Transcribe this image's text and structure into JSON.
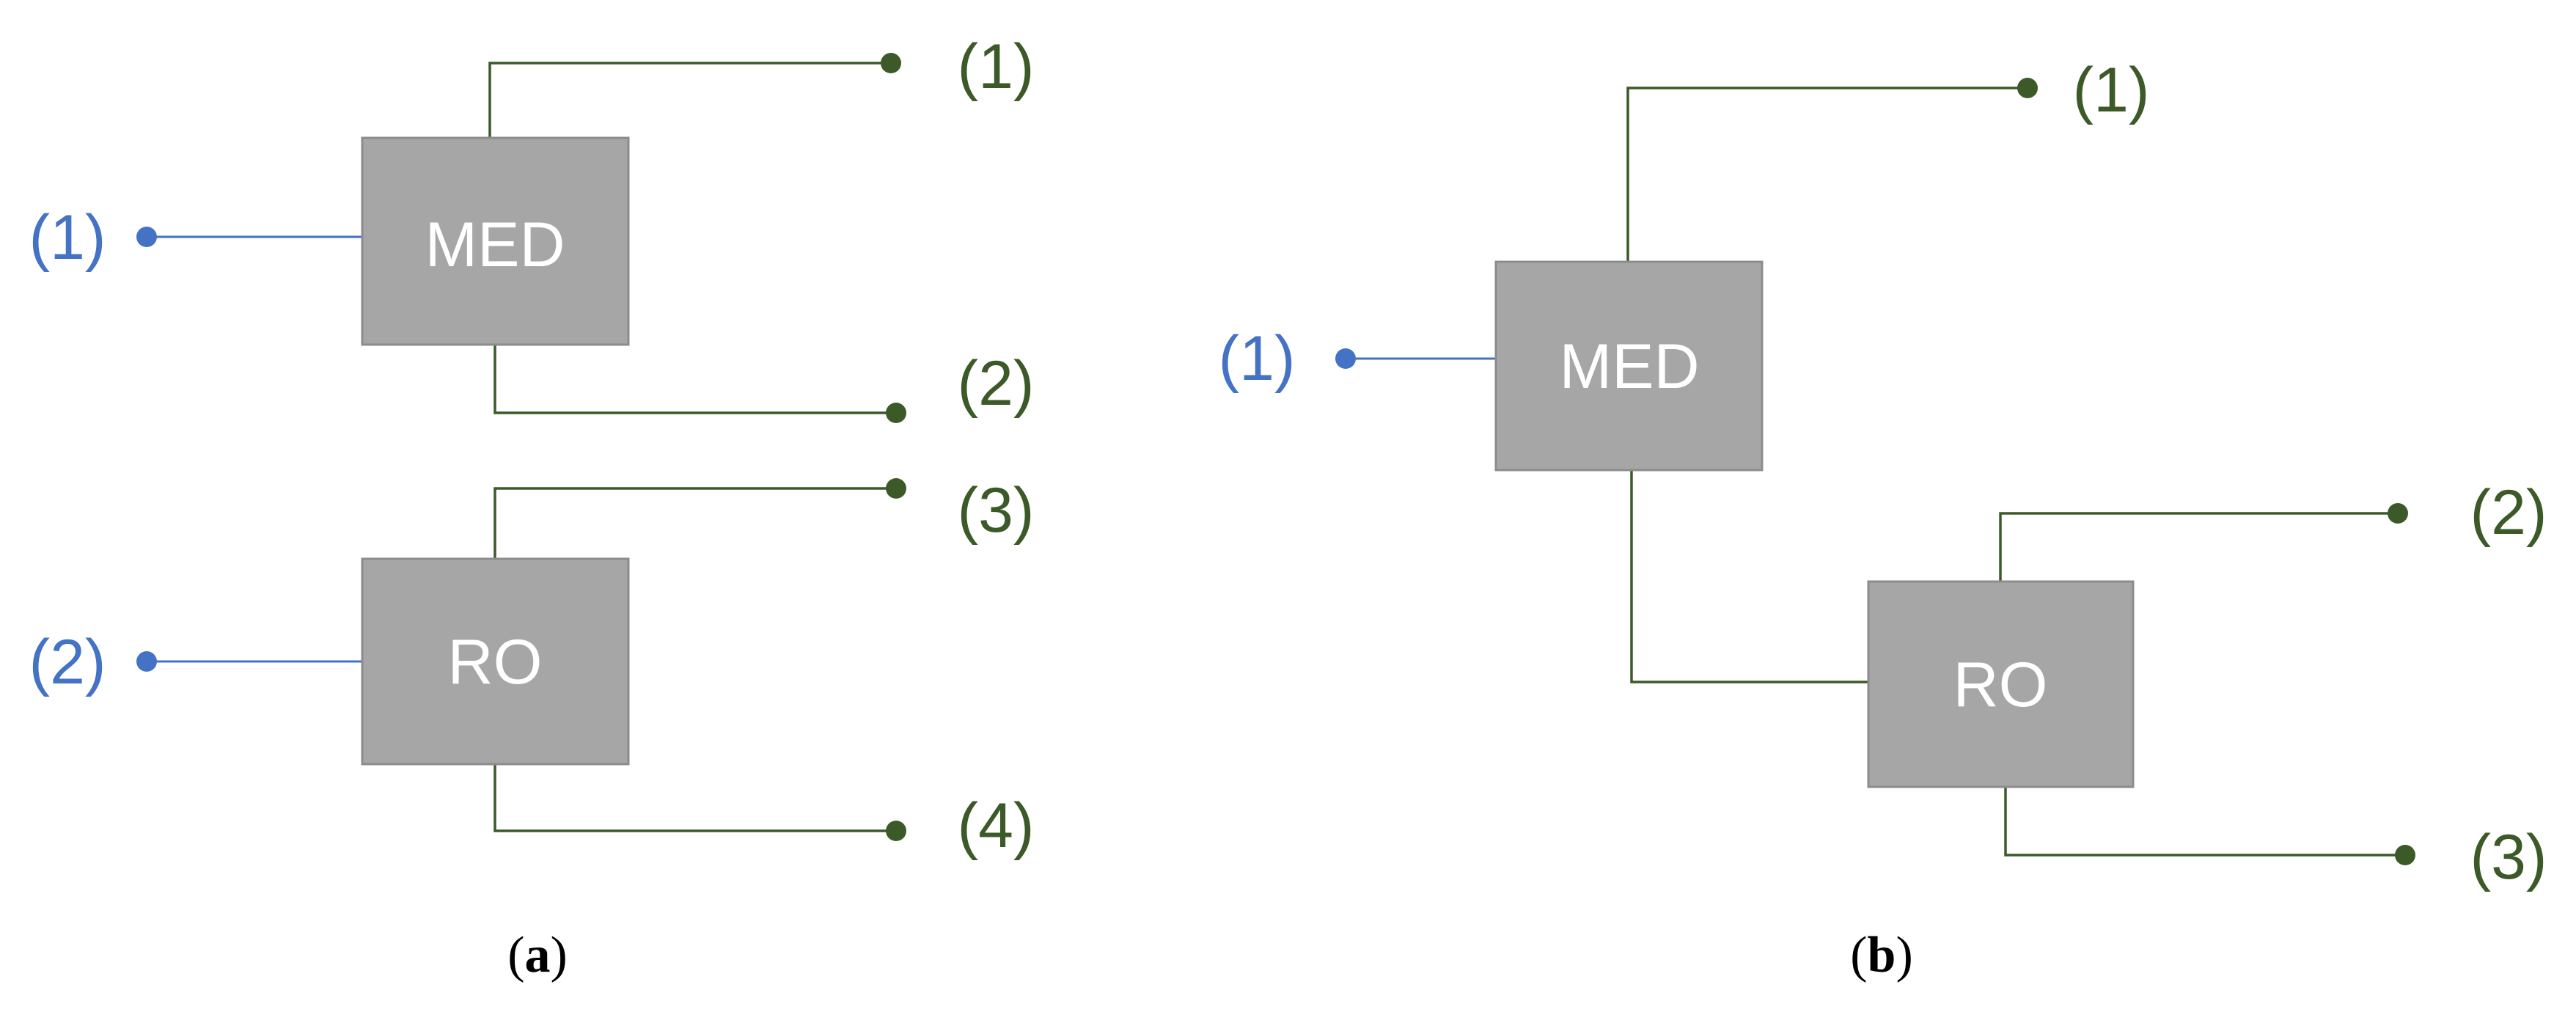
{
  "diagram_a": {
    "caption": {
      "open": "(",
      "letter": "a",
      "close": ")"
    },
    "inputs": [
      "(1)",
      "(2)"
    ],
    "units": [
      "MED",
      "RO"
    ],
    "outputs": [
      "(1)",
      "(2)",
      "(3)",
      "(4)"
    ]
  },
  "diagram_b": {
    "caption": {
      "open": "(",
      "letter": "b",
      "close": ")"
    },
    "inputs": [
      "(1)"
    ],
    "units": [
      "MED",
      "RO"
    ],
    "outputs": [
      "(1)",
      "(2)",
      "(3)"
    ]
  },
  "colors": {
    "unit_box": "#a6a6a6",
    "input": "#4472c4",
    "output": "#3c5a28"
  }
}
